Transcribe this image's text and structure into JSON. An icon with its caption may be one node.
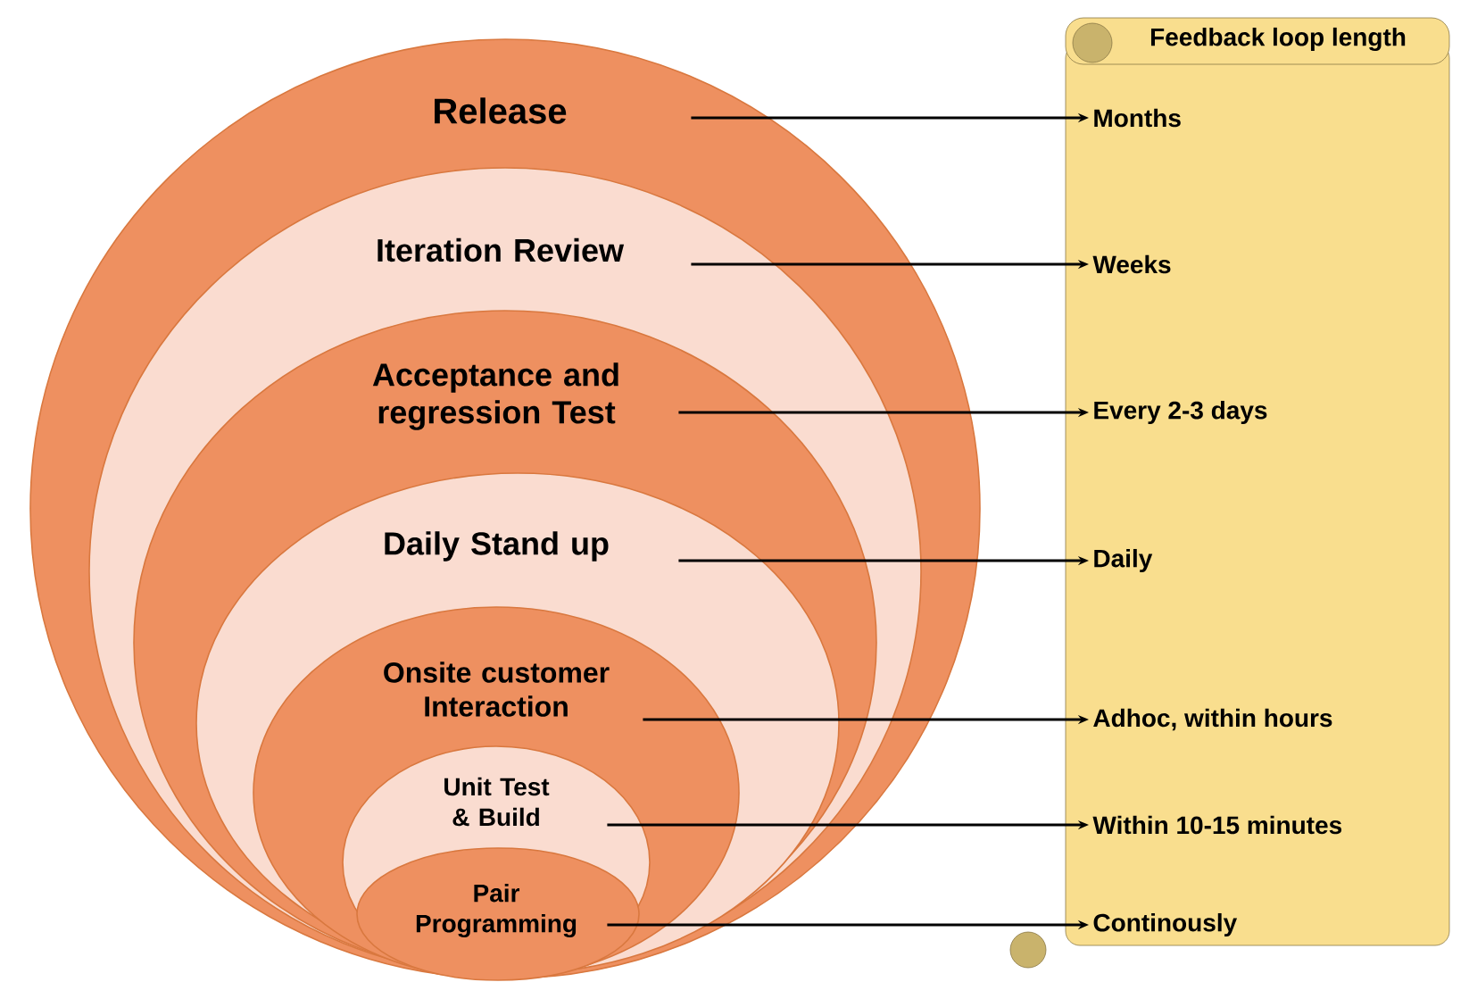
{
  "diagram": {
    "nodes": [
      {
        "text": [
          "Release"
        ]
      },
      {
        "text": [
          "Iteration Review"
        ],
        "in": 0
      },
      {
        "text": [
          "Acceptance and regression Test"
        ],
        "in": 1
      },
      {
        "text": [
          "Daily Stand up"
        ],
        "in": 2
      },
      {
        "text": [
          "Onsite customer Interaction"
        ],
        "in": 3
      },
      {
        "text": [
          "Unit Test & Build"
        ],
        "in": 4
      },
      {
        "text": [
          "Pair Programming"
        ],
        "in": 5
      },
      {
        "text": [
          "Feedback loop length"
        ]
      },
      {
        "text": [
          "Months"
        ],
        "in": 7
      },
      {
        "text": [
          "Weeks"
        ],
        "in": 7
      },
      {
        "text": [
          "Every 2-3 days"
        ],
        "in": 7
      },
      {
        "text": [
          "Daily"
        ],
        "in": 7
      },
      {
        "text": [
          "Adhoc, within hours"
        ],
        "in": 7
      },
      {
        "text": [
          "Within 10-15 minutes"
        ],
        "in": 7
      },
      {
        "text": [
          "Continously"
        ],
        "in": 7
      }
    ],
    "edges": [
      {
        "from": 0,
        "to": 8,
        "arrow": "to"
      },
      {
        "from": 1,
        "to": 9,
        "arrow": "to"
      },
      {
        "from": 2,
        "to": 10,
        "arrow": "to"
      },
      {
        "from": 3,
        "to": 11,
        "arrow": "to"
      },
      {
        "from": 4,
        "to": 12,
        "arrow": "to"
      },
      {
        "from": 5,
        "to": 13,
        "arrow": "to"
      },
      {
        "from": 6,
        "to": 14,
        "arrow": "to"
      }
    ]
  }
}
